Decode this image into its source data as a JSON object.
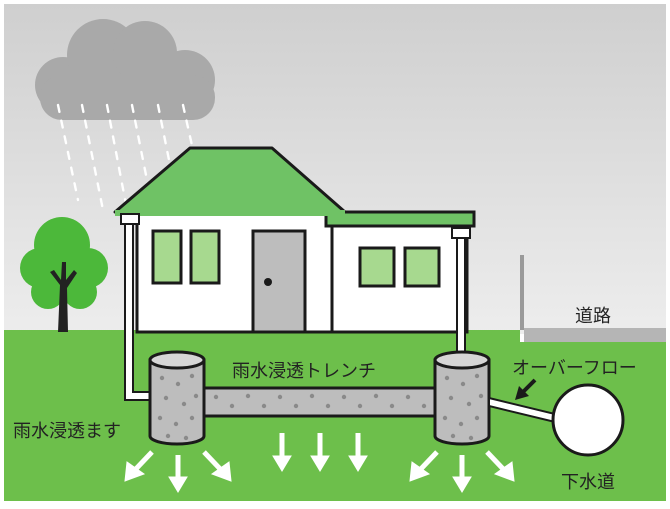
{
  "labels": {
    "road": "道路",
    "infiltration_trench": "雨水浸透トレンチ",
    "overflow": "オーバーフロー",
    "infiltration_basin": "雨水浸透ます",
    "sewer": "下水道"
  },
  "colors": {
    "sky": "#d9d9d9",
    "ground": "#6dbf4b",
    "roof": "#6fc265",
    "window": "#a7d98f",
    "cloud": "#a9a9a9",
    "rain": "#ffffff",
    "tree": "#4cb83a",
    "trench": "#bdbdbd",
    "pipe": "#ffffff",
    "outline": "#1a1a1a"
  },
  "icons": [
    "cloud-icon",
    "rain-icon",
    "tree-icon",
    "house-icon",
    "downspout-icon",
    "infiltration-arrow-icon",
    "overflow-arrow-icon",
    "sewer-pipe-icon"
  ]
}
